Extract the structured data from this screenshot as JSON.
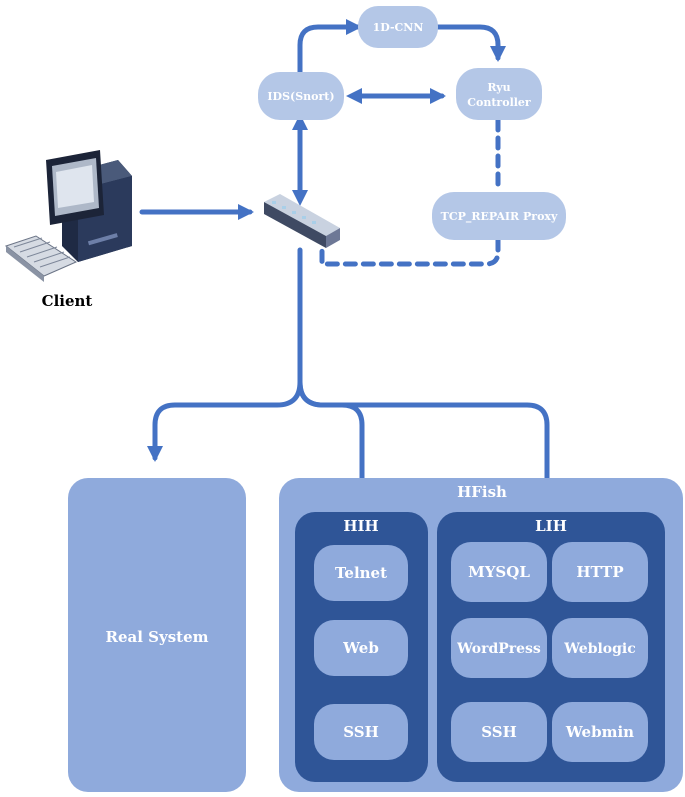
{
  "diagram": {
    "client": {
      "label": "Client",
      "icon": "desktop-computer-icon"
    },
    "switch": {
      "icon": "network-switch-icon"
    },
    "ids": {
      "label": "IDS(Snort)"
    },
    "cnn": {
      "label": "1D-CNN"
    },
    "ryu": {
      "line1": "Ryu",
      "line2": "Controller"
    },
    "proxy": {
      "label": "TCP_REPAIR Proxy"
    },
    "real_system": {
      "label": "Real System"
    },
    "hfish": {
      "label": "HFish",
      "hih": {
        "label": "HIH",
        "items": [
          "Telnet",
          "Web",
          "SSH"
        ]
      },
      "lih": {
        "label": "LIH",
        "items": [
          "MYSQL",
          "HTTP",
          "WordPress",
          "Weblogic",
          "SSH",
          "Webmin"
        ]
      }
    }
  },
  "colors": {
    "arrow": "#4472c4",
    "node_fill": "#b4c7e7",
    "node_text": "#ffffff",
    "outer_box": "#8faadc",
    "inner_box": "#2f5597",
    "service_box": "#8faadc"
  }
}
